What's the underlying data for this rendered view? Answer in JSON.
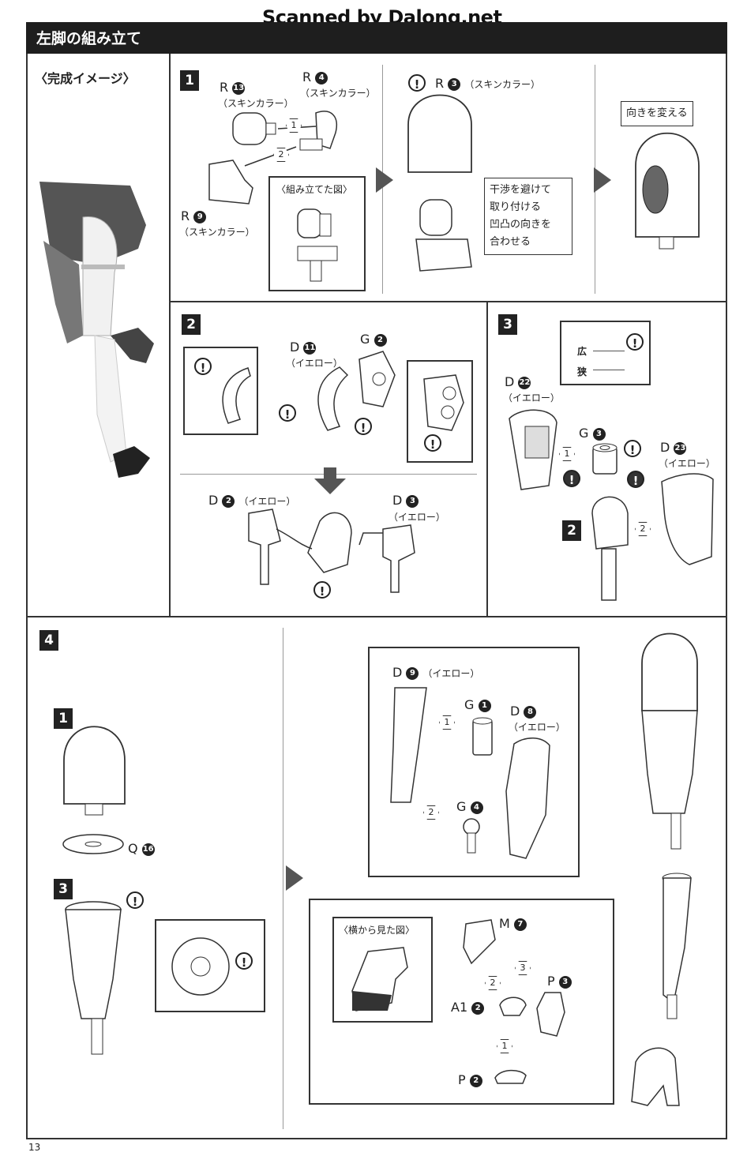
{
  "watermark": "Scanned by Dalong.net",
  "header": {
    "title": "左脚の組み立て"
  },
  "preview": {
    "title": "〈完成イメージ〉"
  },
  "step1": {
    "num": "1",
    "r13": "R",
    "r13_num": "13",
    "r13_color": "（スキンカラー）",
    "r4": "R",
    "r4_num": "4",
    "r4_color": "（スキンカラー）",
    "r9": "R",
    "r9_num": "9",
    "r9_color": "（スキンカラー）",
    "r3": "R",
    "r3_num": "3",
    "r3_color": "（スキンカラー）",
    "assembled_title": "〈組み立てた図〉",
    "note1": "干渉を避けて",
    "note2": "取り付ける",
    "note3": "凹凸の向きを",
    "note4": "合わせる",
    "turn_note": "向きを変える",
    "h1": "1",
    "h2": "2"
  },
  "step2": {
    "num": "2",
    "d11": "D",
    "d11_num": "11",
    "d11_color": "（イエロー）",
    "g2": "G",
    "g2_num": "2",
    "d2": "D",
    "d2_num": "2",
    "d2_color": "（イエロー）",
    "d3": "D",
    "d3_num": "3",
    "d3_color": "（イエロー）"
  },
  "step3": {
    "num": "3",
    "wide": "広",
    "narrow": "狭",
    "d22": "D",
    "d22_num": "22",
    "d22_color": "（イエロー）",
    "g3": "G",
    "g3_num": "3",
    "d23": "D",
    "d23_num": "23",
    "d23_color": "（イエロー）",
    "sub2": "2",
    "h1": "1",
    "h2": "2"
  },
  "step4": {
    "num": "4",
    "sub1": "1",
    "sub3": "3",
    "q16": "Q",
    "q16_num": "16",
    "d9": "D",
    "d9_num": "9",
    "d9_color": "（イエロー）",
    "g1": "G",
    "g1_num": "1",
    "d8": "D",
    "d8_num": "8",
    "d8_color": "（イエロー）",
    "g4": "G",
    "g4_num": "4",
    "side_title": "〈横から見た図〉",
    "m7": "M",
    "m7_num": "7",
    "p3": "P",
    "p3_num": "3",
    "a1": "A1",
    "a1_num": "2",
    "p2": "P",
    "p2_num": "2",
    "h1": "1",
    "h2": "2",
    "h3": "3"
  },
  "page_number": "13"
}
